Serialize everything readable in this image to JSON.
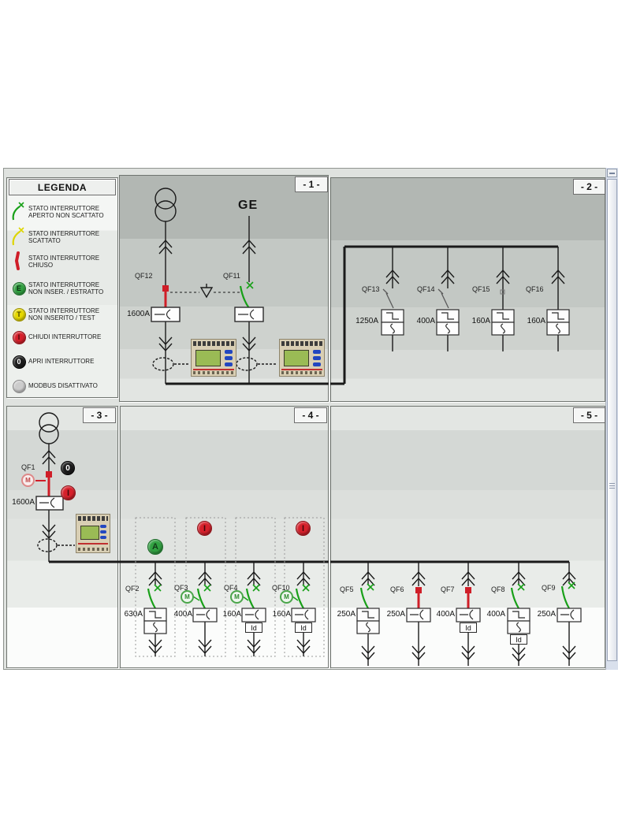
{
  "legend": {
    "title": "LEGENDA",
    "items": [
      {
        "label": "STATO INTERRUTTORE APERTO NON SCATTATO",
        "letter": ""
      },
      {
        "label": "STATO INTERRUTTORE SCATTATO",
        "letter": ""
      },
      {
        "label": "STATO INTERRUTTORE CHIUSO",
        "letter": ""
      },
      {
        "label": "STATO INTERRUTTORE NON INSER. / ESTRATTO",
        "letter": "E"
      },
      {
        "label": "STATO INTERRUTTORE NON INSERITO / TEST",
        "letter": "T"
      },
      {
        "label": "CHIUDI INTERRUTTORE",
        "letter": "I"
      },
      {
        "label": "APRI INTERRUTTORE",
        "letter": "0"
      },
      {
        "label": "MODBUS DISATTIVATO",
        "letter": ""
      }
    ]
  },
  "sections": {
    "s1": {
      "header": "- 1 -",
      "generator": "GE",
      "qf12": {
        "name": "QF12",
        "rating": "1600A",
        "state": "closed"
      },
      "qf11": {
        "name": "QF11",
        "state": "open"
      }
    },
    "s2": {
      "header": "- 2 -",
      "qf13": {
        "name": "QF13",
        "rating": "1250A",
        "state": "open"
      },
      "qf14": {
        "name": "QF14",
        "rating": "400A",
        "state": "open"
      },
      "qf15": {
        "name": "QF15",
        "rating": "160A",
        "state": "closed"
      },
      "qf16": {
        "name": "QF16",
        "rating": "160A",
        "state": "none"
      }
    },
    "s3": {
      "header": "- 3 -",
      "open_button": "0",
      "close_button": "I",
      "qf1": {
        "name": "QF1",
        "rating": "1600A",
        "state": "closed",
        "motor": "M"
      }
    },
    "s4": {
      "header": "- 4 -",
      "ammeter_button": "A",
      "close_button": "I",
      "qf2": {
        "name": "QF2",
        "rating": "630A",
        "state": "open"
      },
      "qf3": {
        "name": "QF3",
        "rating": "400A",
        "state": "open",
        "motor": "M"
      },
      "qf4": {
        "name": "QF4",
        "rating": "160A",
        "state": "open",
        "motor": "M",
        "id_label": "Id"
      },
      "qf10": {
        "name": "QF10",
        "rating": "160A",
        "state": "open",
        "motor": "M",
        "id_label": "Id"
      }
    },
    "s5": {
      "header": "- 5 -",
      "qf5": {
        "name": "QF5",
        "rating": "250A",
        "state": "open"
      },
      "qf6": {
        "name": "QF6",
        "rating": "250A",
        "state": "closed"
      },
      "qf7": {
        "name": "QF7",
        "rating": "400A",
        "state": "closed",
        "id_label": "Id"
      },
      "qf8": {
        "name": "QF8",
        "rating": "400A",
        "state": "open",
        "id_label": "Id"
      },
      "qf9": {
        "name": "QF9",
        "rating": "250A",
        "state": "open"
      }
    }
  },
  "colors": {
    "open_green": "#18a018",
    "tripped_yellow": "#ddd500",
    "closed_red": "#cf1e28",
    "button_red": "#d6202b",
    "button_black": "#1c1c1c",
    "button_green": "#31a141",
    "motor_pink": "#dd8888",
    "modbus_gray": "#cccccc"
  }
}
